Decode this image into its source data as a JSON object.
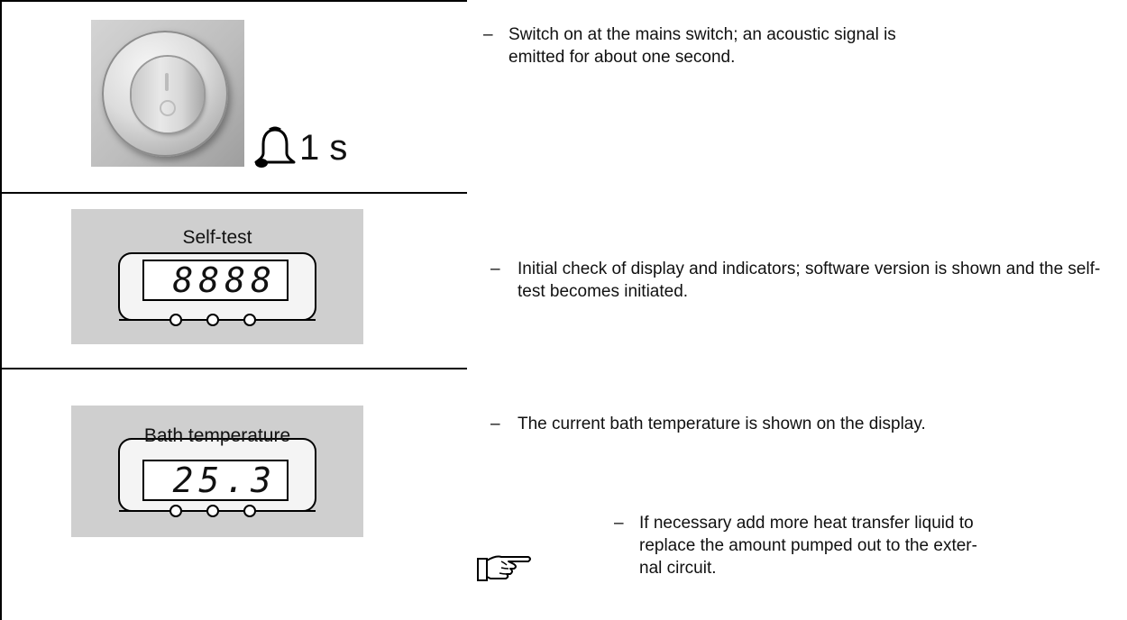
{
  "steps": [
    {
      "dash": "–",
      "text": "Switch on at the mains switch; an acoustic signal is emitted for about one second."
    },
    {
      "dash": "–",
      "text": "Initial check of display and indicators; software version is shown and the self-test becomes initiated."
    },
    {
      "dash": "–",
      "text": "The current bath temperature is shown on the display."
    }
  ],
  "signal": {
    "icon": "bell-icon",
    "duration": "1 s"
  },
  "displays": [
    {
      "caption": "Self-test",
      "readout": "8888"
    },
    {
      "caption": "Bath temperature",
      "readout": "25.3"
    }
  ],
  "note": {
    "icon": "pointing-hand-icon",
    "dash": "–",
    "text": "If necessary add more heat transfer liquid to replace the amount pumped out to the exter-nal circuit."
  }
}
